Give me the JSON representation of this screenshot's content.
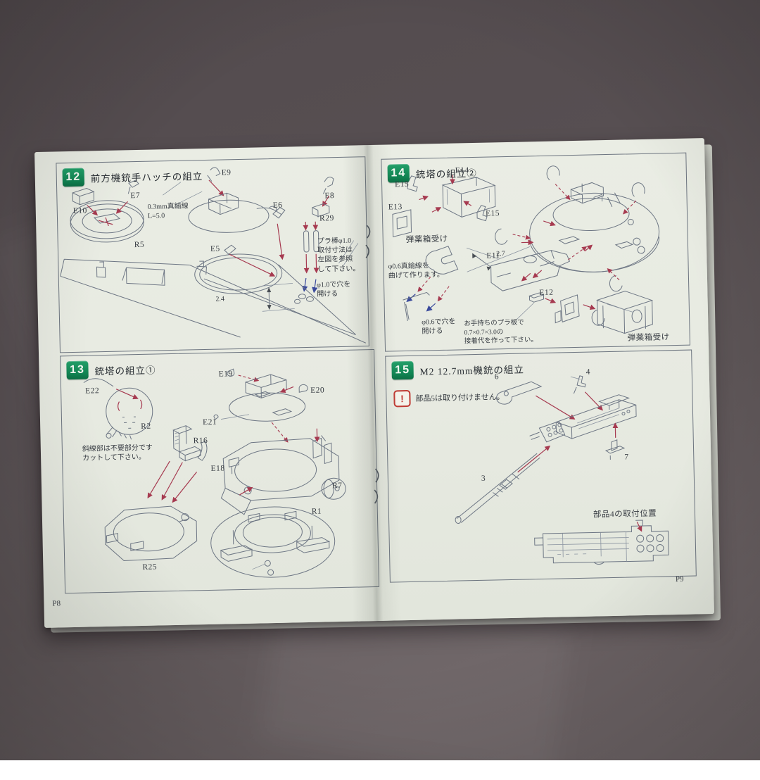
{
  "photo": {
    "background_color": "#5a5254",
    "paper_color": "#e8ebe2",
    "accent_green": "#118352",
    "arrow_red": "#a63a50",
    "arrow_blue": "#3a4a9c",
    "warning_red": "#bf3a33"
  },
  "pages": {
    "left": {
      "page_number": "P8"
    },
    "right": {
      "page_number": "P9"
    }
  },
  "steps": {
    "s12": {
      "number": "12",
      "title": "前方機銃手ハッチの組立",
      "parts": {
        "e10": "E10",
        "e7": "E7",
        "r5": "R5",
        "e9": "E9",
        "e6": "E6",
        "e8": "E8",
        "r29": "R29",
        "e5": "E5"
      },
      "notes": {
        "wire": "0.3mm真鍮線\nL=5.0",
        "rod": "プラ棒φ1.0\n取付寸法は\n左図を参照\nして下さい。",
        "hole": "φ1.0で穴を\n開ける",
        "dim": "2.4"
      }
    },
    "s13": {
      "number": "13",
      "title": "銃塔の組立①",
      "parts": {
        "e22": "E22",
        "r2": "R2",
        "e19": "E19",
        "e20": "E20",
        "e21": "E21",
        "r16": "R16",
        "e18": "E18",
        "r25": "R25",
        "r7": "R7",
        "r1": "R1"
      },
      "notes": {
        "cut": "斜線部は不要部分です\nカットして下さい。"
      }
    },
    "s14": {
      "number": "14",
      "title": "銃塔の組立②",
      "parts": {
        "e15a": "E15",
        "e14": "E14",
        "e13": "E13",
        "e15b": "E15",
        "e11": "E11",
        "e12": "E12"
      },
      "notes": {
        "ammo_left": "弾薬箱受け",
        "wire": "φ0.6真鍮線を\n曲げて作ります。",
        "dim": "2.7",
        "hole": "φ0.6で穴を\n開ける",
        "plate": "お手持ちのプラ板で\n0.7×0.7×3.0の\n接着代を作って下さい。",
        "ammo_right": "弾薬箱受け"
      }
    },
    "s15": {
      "number": "15",
      "title": "M2 12.7mm機銃の組立",
      "warning_icon": "!",
      "warning": "部品5は取り付けません。",
      "parts": {
        "p6": "6",
        "p4": "4",
        "p3": "3",
        "p7": "7"
      },
      "notes": {
        "position": "部品4の取付位置"
      }
    }
  }
}
